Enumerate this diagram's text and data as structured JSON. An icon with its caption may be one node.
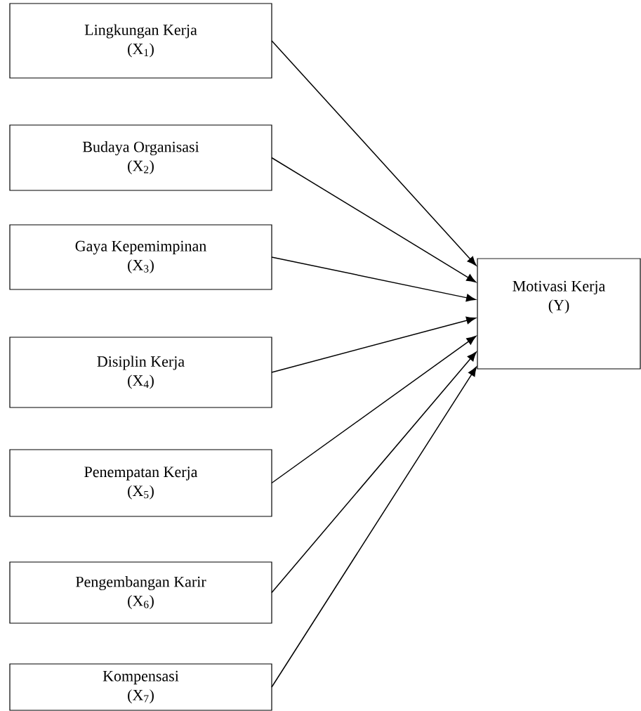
{
  "diagram": {
    "nodes": [
      {
        "text": [
          "Lingkungan Kerja",
          "(X$_{1}$)"
        ]
      },
      {
        "text": [
          "Budaya Organisasi",
          "(X$_{2}$)"
        ]
      },
      {
        "text": [
          "Gaya Kepemimpinan",
          "(X$_{3}$)"
        ]
      },
      {
        "text": [
          "Disiplin Kerja",
          "(X$_{4}$)"
        ]
      },
      {
        "text": [
          "Penempatan Kerja",
          "(X$_{5}$)"
        ]
      },
      {
        "text": [
          "Pengembangan Karir",
          "(X$_{6}$)"
        ]
      },
      {
        "text": [
          "Kompensasi",
          "(X$_{7}$)"
        ]
      },
      {
        "text": [
          "Motivasi Kerja",
          "(Y)"
        ]
      }
    ],
    "edges": [
      {
        "from": 0,
        "to": 7,
        "arrow": "to"
      },
      {
        "from": 1,
        "to": 7,
        "arrow": "to"
      },
      {
        "from": 2,
        "to": 7,
        "arrow": "to"
      },
      {
        "from": 3,
        "to": 7,
        "arrow": "to"
      },
      {
        "from": 4,
        "to": 7,
        "arrow": "to"
      },
      {
        "from": 5,
        "to": 7,
        "arrow": "to"
      },
      {
        "from": 6,
        "to": 7,
        "arrow": "to"
      }
    ]
  }
}
